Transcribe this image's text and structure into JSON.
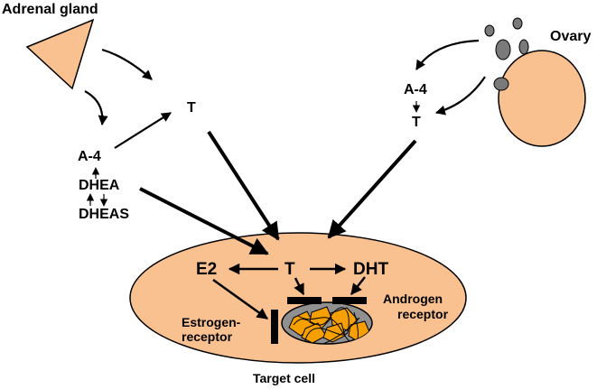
{
  "labels": {
    "adrenal_gland": "Adrenal gland",
    "ovary": "Ovary",
    "adrenal_t": "T",
    "a4_left": "A-4",
    "dhea": "DHEA",
    "dheas": "DHEAS",
    "a4_right": "A-4",
    "ovary_t": "T",
    "e2": "E2",
    "cell_t": "T",
    "dht": "DHT",
    "androgen_receptor_line1": "Androgen",
    "androgen_receptor_line2": "receptor",
    "estrogen_receptor_line1": "Estrogen-",
    "estrogen_receptor_line2": "receptor",
    "target_cell": "Target cell"
  },
  "colors": {
    "tissue_fill": "#f9c090",
    "nucleus_fill": "#909090",
    "chromatin_fill": "#f5a000",
    "follicle_fill": "#7a7a7a",
    "ink": "#000000"
  }
}
